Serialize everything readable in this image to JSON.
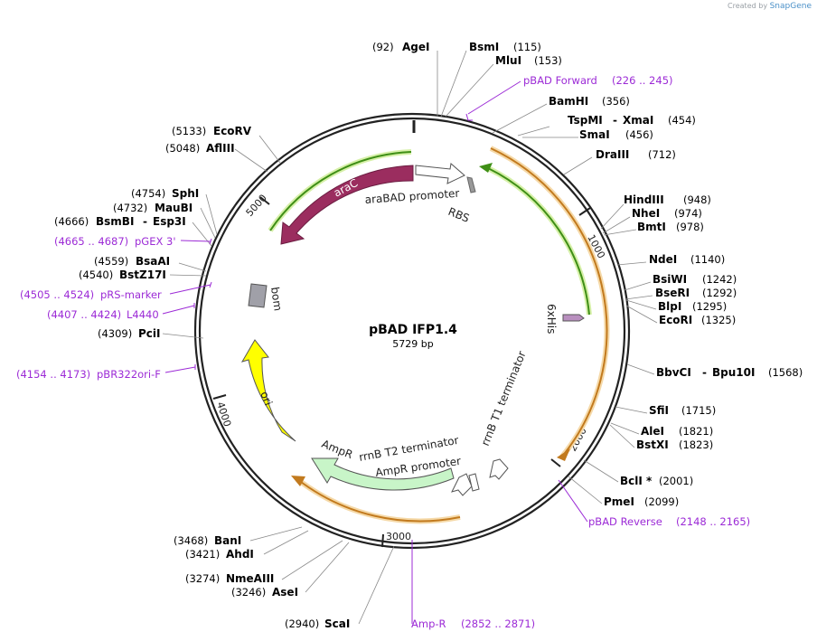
{
  "credit": {
    "prefix": "Created by",
    "brand": "SnapGene"
  },
  "plasmid": {
    "name": "pBAD IFP1.4",
    "length_label": "5729 bp",
    "length": 5729
  },
  "ticks": [
    {
      "bp": 1000,
      "label": "1000"
    },
    {
      "bp": 2000,
      "label": "2000"
    },
    {
      "bp": 3000,
      "label": "3000"
    },
    {
      "bp": 4000,
      "label": "4000"
    },
    {
      "bp": 5000,
      "label": "5000"
    }
  ],
  "features": [
    {
      "id": "arac",
      "label": "araC",
      "color": "#9b2d5f"
    },
    {
      "id": "arabad",
      "label": "araBAD promoter",
      "color": "#ffffff"
    },
    {
      "id": "rbs",
      "label": "RBS",
      "color": "#999999"
    },
    {
      "id": "his",
      "label": "6xHis",
      "color": "#b98fbf"
    },
    {
      "id": "rrnb1",
      "label": "rrnB T1 terminator",
      "color": "#ffffff"
    },
    {
      "id": "rrnb2",
      "label": "rrnB T2 terminator",
      "color": "#ffffff"
    },
    {
      "id": "ampprom",
      "label": "AmpR promoter",
      "color": "#ffffff"
    },
    {
      "id": "ampr",
      "label": "AmpR",
      "color": "#c8f5c8"
    },
    {
      "id": "ori",
      "label": "ori",
      "color": "#ffff00"
    },
    {
      "id": "bom",
      "label": "bom",
      "color": "#a0a0a8"
    }
  ],
  "sites": [
    {
      "pos": "(92)",
      "name": "AgeI"
    },
    {
      "pos": "(115)",
      "name": "BsmI"
    },
    {
      "pos": "(153)",
      "name": "MluI"
    },
    {
      "pos": "(356)",
      "name": "BamHI"
    },
    {
      "pos": "(454)",
      "name": "TspMI",
      "name2": "XmaI"
    },
    {
      "pos": "(456)",
      "name": "SmaI"
    },
    {
      "pos": "(712)",
      "name": "DraIII"
    },
    {
      "pos": "(948)",
      "name": "HindIII"
    },
    {
      "pos": "(974)",
      "name": "NheI"
    },
    {
      "pos": "(978)",
      "name": "BmtI"
    },
    {
      "pos": "(1140)",
      "name": "NdeI"
    },
    {
      "pos": "(1242)",
      "name": "BsiWI"
    },
    {
      "pos": "(1292)",
      "name": "BseRI"
    },
    {
      "pos": "(1295)",
      "name": "BlpI"
    },
    {
      "pos": "(1325)",
      "name": "EcoRI"
    },
    {
      "pos": "(1568)",
      "name": "BbvCI",
      "name2": "Bpu10I"
    },
    {
      "pos": "(1715)",
      "name": "SfiI"
    },
    {
      "pos": "(1821)",
      "name": "AleI"
    },
    {
      "pos": "(1823)",
      "name": "BstXI"
    },
    {
      "pos": "(2001)",
      "name": "BclI *"
    },
    {
      "pos": "(2099)",
      "name": "PmeI"
    },
    {
      "pos": "(2940)",
      "name": "ScaI"
    },
    {
      "pos": "(3246)",
      "name": "AseI"
    },
    {
      "pos": "(3274)",
      "name": "NmeAIII"
    },
    {
      "pos": "(3421)",
      "name": "AhdI"
    },
    {
      "pos": "(3468)",
      "name": "BanI"
    },
    {
      "pos": "(4309)",
      "name": "PciI"
    },
    {
      "pos": "(4540)",
      "name": "BstZ17I"
    },
    {
      "pos": "(4559)",
      "name": "BsaAI"
    },
    {
      "pos": "(4666)",
      "name": "BsmBI",
      "name2": "Esp3I"
    },
    {
      "pos": "(4732)",
      "name": "MauBI"
    },
    {
      "pos": "(4754)",
      "name": "SphI"
    },
    {
      "pos": "(5048)",
      "name": "AflIII"
    },
    {
      "pos": "(5133)",
      "name": "EcoRV"
    }
  ],
  "primers": [
    {
      "name": "pBAD Forward",
      "range": "(226 .. 245)"
    },
    {
      "name": "pBAD Reverse",
      "range": "(2148 .. 2165)"
    },
    {
      "name": "Amp-R",
      "range": "(2852 .. 2871)"
    },
    {
      "name": "pBR322ori-F",
      "range": "(4154 .. 4173)"
    },
    {
      "name": "L4440",
      "range": "(4407 .. 4424)"
    },
    {
      "name": "pRS-marker",
      "range": "(4505 .. 4524)"
    },
    {
      "name": "pGEX 3'",
      "range": "(4665 .. 4687)"
    }
  ],
  "colors": {
    "primer": "#9c2bd6",
    "orf_orange": "#e8a23a",
    "orf_green": "#6fbf2a",
    "backbone": "#222222"
  }
}
